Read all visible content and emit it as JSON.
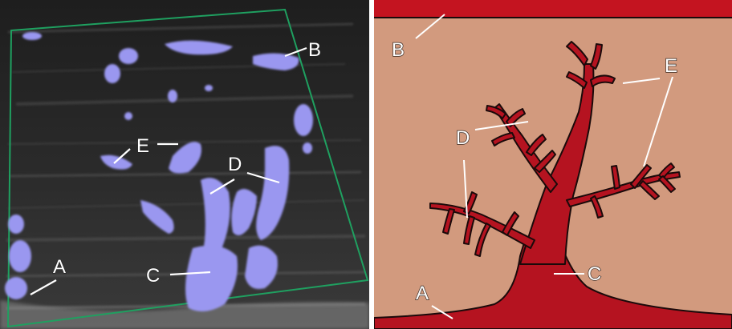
{
  "ultrasound_panel": {
    "labels": {
      "a": "A",
      "b": "B",
      "c": "C",
      "d": "D",
      "e": "E"
    },
    "colors": {
      "roi_box": "#1fa060",
      "flow_signal": "#9a97f0",
      "leader": "#ffffff"
    }
  },
  "diagram_panel": {
    "labels": {
      "a": "A",
      "b": "B",
      "c": "C",
      "d": "D",
      "e": "E"
    },
    "colors": {
      "tissue": "#d29a7e",
      "vessel": "#b51320",
      "border": "#c41420",
      "outline": "#1a0a0a"
    }
  }
}
